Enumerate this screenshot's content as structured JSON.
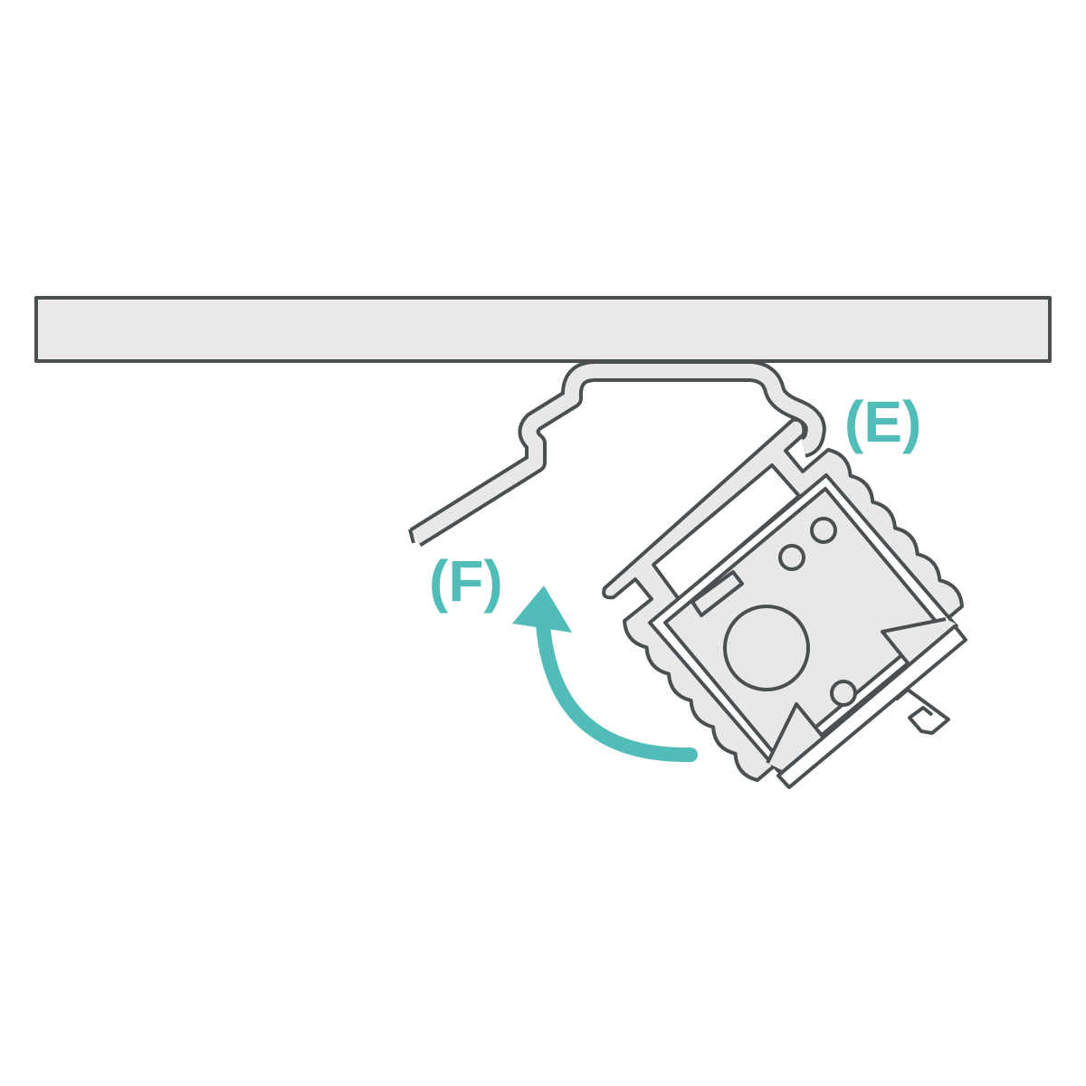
{
  "labels": {
    "e": "(E)",
    "f": "(F)"
  },
  "colors": {
    "outline": "#4a4f52",
    "fill": "#e8e8e8",
    "accent": "#52bdb8",
    "background": "#ffffff"
  },
  "icons": {
    "arrow": "curved-arrow-up-left"
  }
}
